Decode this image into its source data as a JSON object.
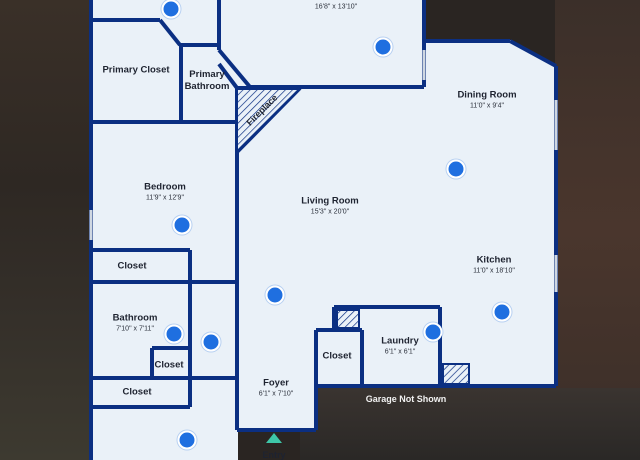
{
  "colors": {
    "floor": "#eaf1f8",
    "wall": "#0b2f82",
    "hotspot": "#1f6fe0",
    "entry_marker": "#3ec6a8"
  },
  "rooms": {
    "top_room": {
      "dims": "16'8\" x 13'10\""
    },
    "primary_closet": {
      "name": "Primary Closet"
    },
    "primary_bathroom": {
      "name": "Primary Bathroom"
    },
    "fireplace": {
      "name": "Fireplace"
    },
    "dining_room": {
      "name": "Dining Room",
      "dims": "11'0\" x 9'4\""
    },
    "bedroom": {
      "name": "Bedroom",
      "dims": "11'9\" x 12'9\""
    },
    "living_room": {
      "name": "Living Room",
      "dims": "15'3\" x 20'0\""
    },
    "kitchen": {
      "name": "Kitchen",
      "dims": "11'0\" x 18'10\""
    },
    "closet_1": {
      "name": "Closet"
    },
    "bathroom": {
      "name": "Bathroom",
      "dims": "7'10\" x 7'11\""
    },
    "closet_2": {
      "name": "Closet"
    },
    "closet_3": {
      "name": "Closet"
    },
    "closet_4": {
      "name": "Closet"
    },
    "laundry": {
      "name": "Laundry",
      "dims": "6'1\" x 6'1\""
    },
    "foyer": {
      "name": "Foyer",
      "dims": "6'1\" x 7'10\""
    }
  },
  "annotations": {
    "garage": "Garage Not Shown",
    "entry": "Entry"
  }
}
